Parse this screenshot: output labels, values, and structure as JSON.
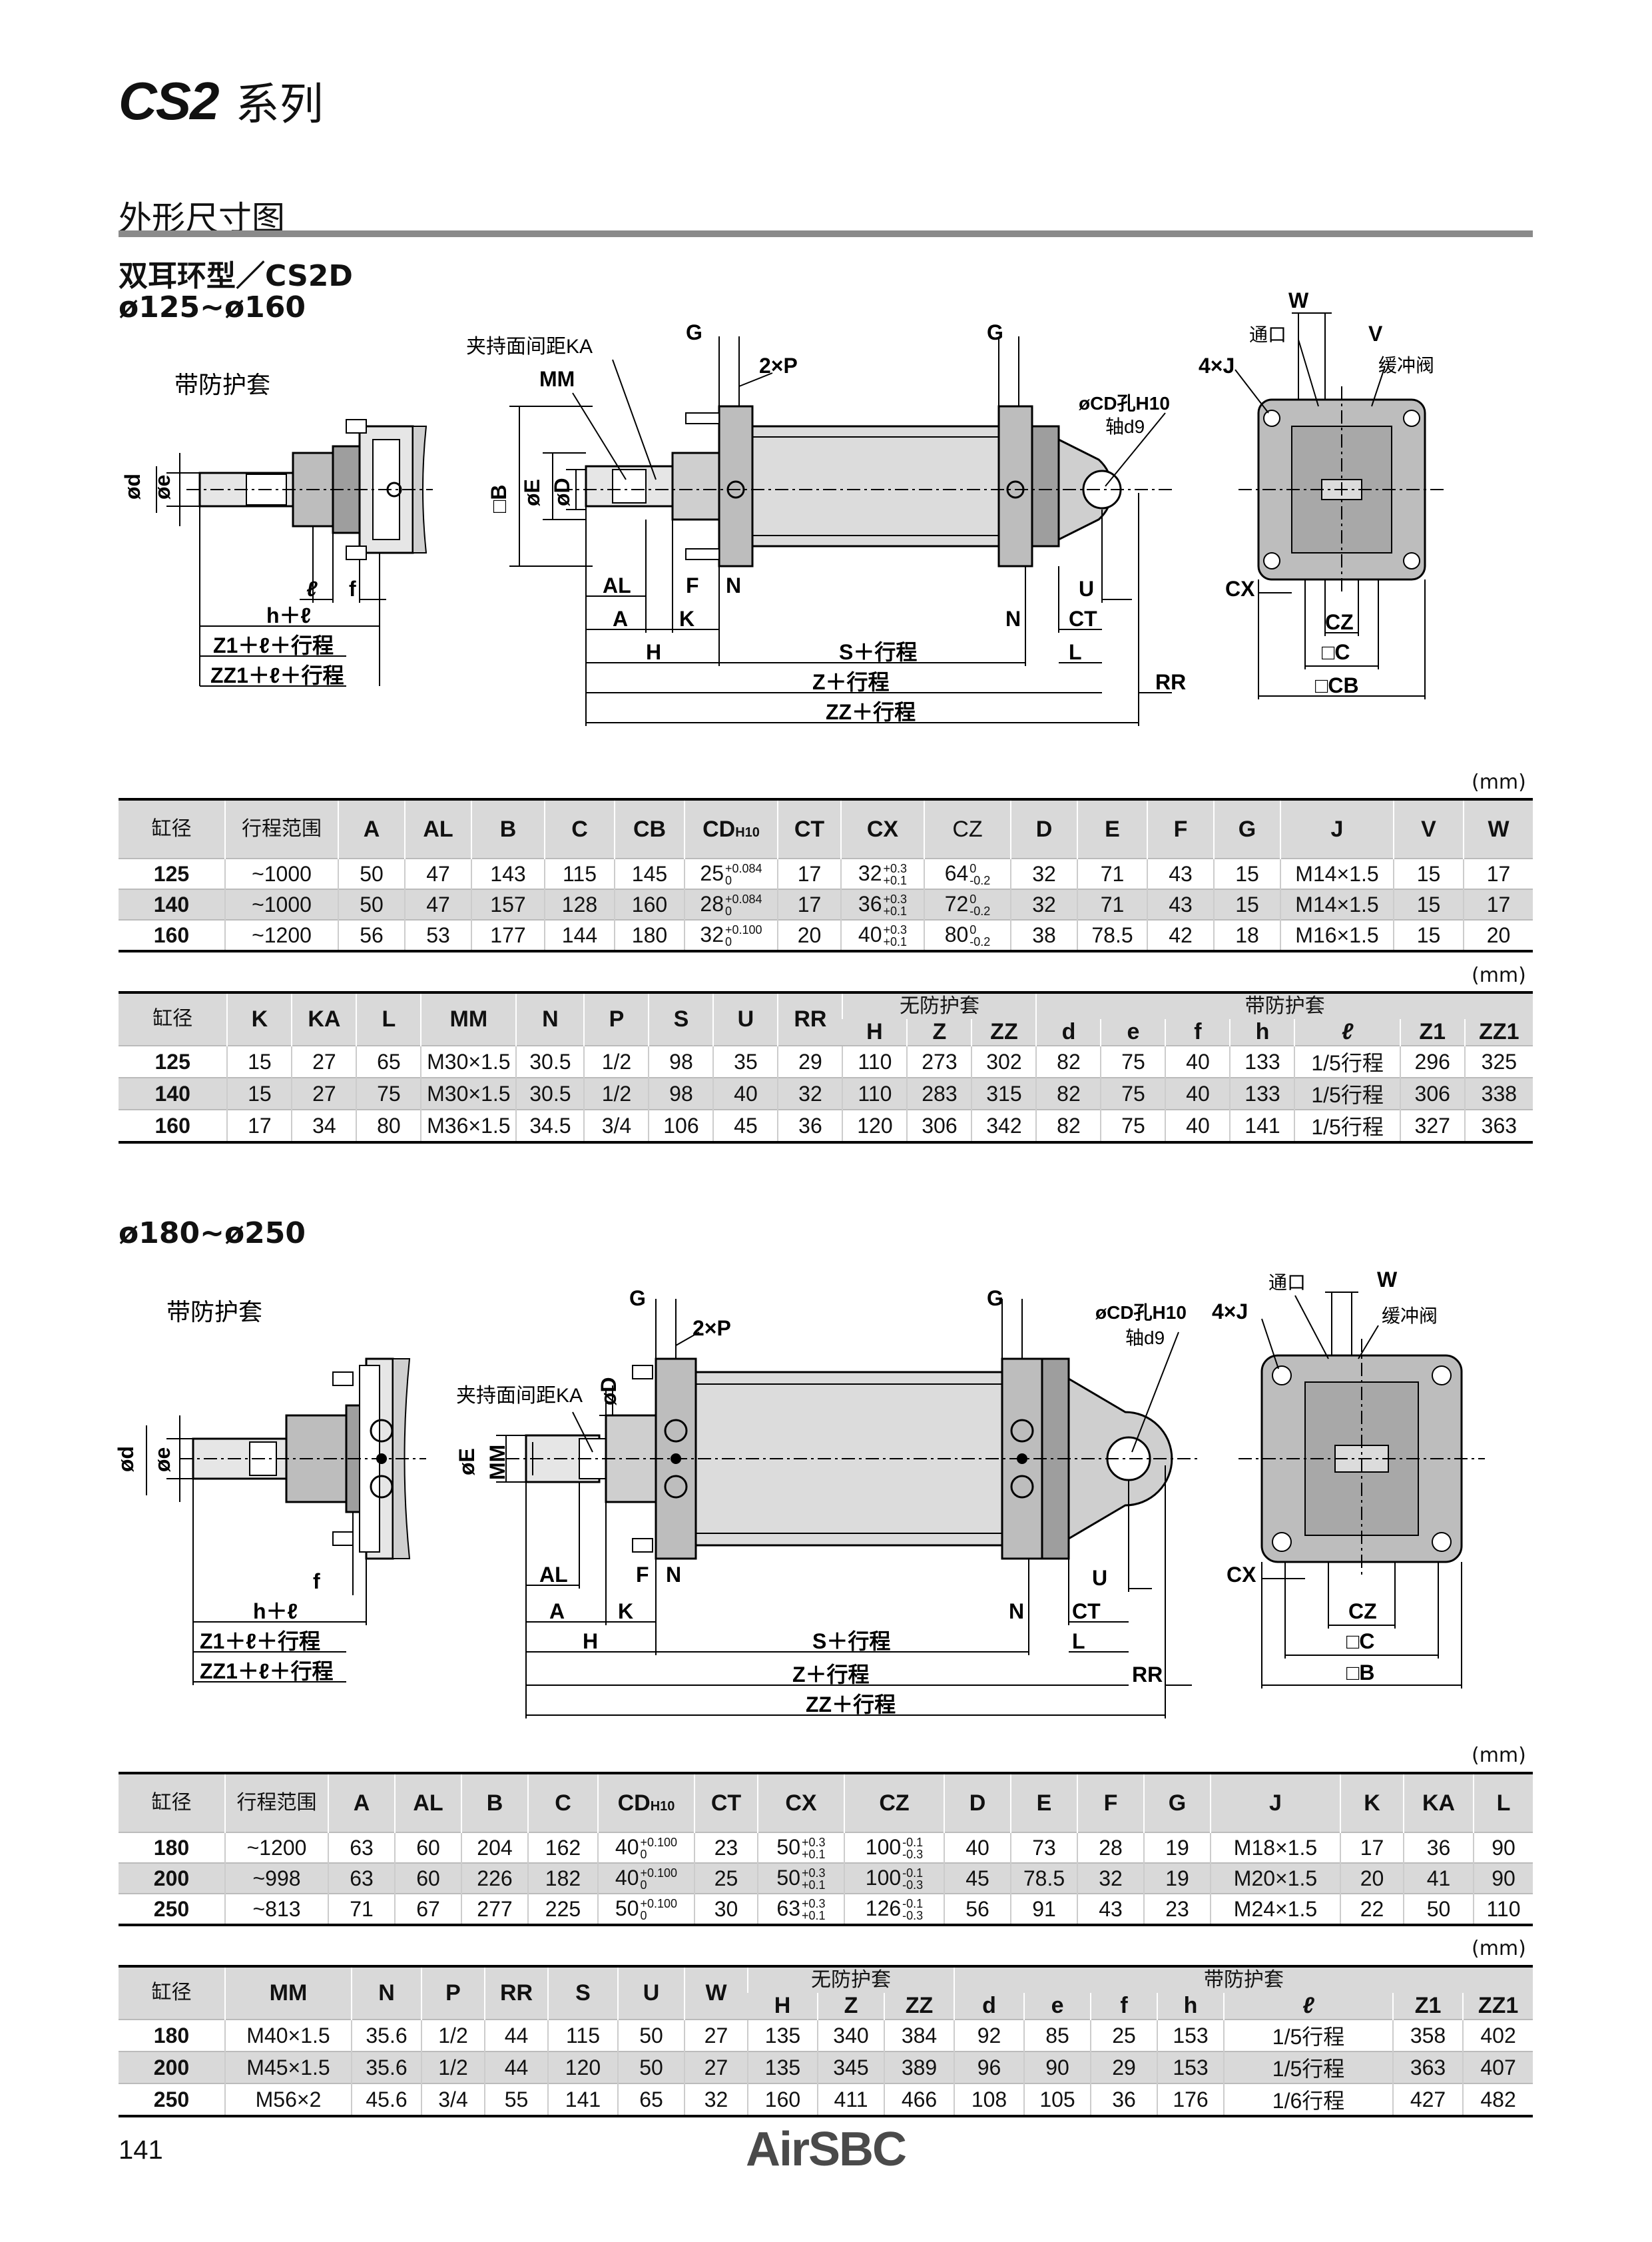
{
  "header": {
    "series_model": "CS2",
    "series_label": "系列"
  },
  "section": {
    "heading": "外形尺寸图",
    "subtitle": "双耳环型／CS2D"
  },
  "part1": {
    "bore_range": "ø125~ø160",
    "boot_label": "带防护套",
    "dim": {
      "KA": "夹持面间距KA",
      "MM": "MM",
      "G": "G",
      "P": "2×P",
      "CD": "øCD孔H10",
      "CD_shaft": "轴d9",
      "W": "W",
      "port": "通口",
      "J": "4×J",
      "V": "V",
      "cushion": "缓冲阀",
      "B": "□B",
      "E": "øE",
      "D": "øD",
      "d": "ød",
      "e": "øe",
      "AL": "AL",
      "A": "A",
      "F": "F",
      "K": "K",
      "N": "N",
      "H": "H",
      "S": "S＋行程",
      "Z": "Z＋行程",
      "ZZ": "ZZ＋行程",
      "L": "L",
      "U": "U",
      "CT": "CT",
      "RR": "RR",
      "l": "ℓ",
      "f": "f",
      "hl": "h＋ℓ",
      "Z1": "Z1＋ℓ＋行程",
      "ZZ1": "ZZ1＋ℓ＋行程",
      "CX": "CX",
      "CZ": "CZ",
      "C": "□C",
      "CB": "□CB"
    },
    "table1": {
      "unit": "(mm)",
      "headers": [
        "缸径",
        "行程范围",
        "A",
        "AL",
        "B",
        "C",
        "CB",
        "CD",
        "CT",
        "CX",
        "CZ",
        "D",
        "E",
        "F",
        "G",
        "J",
        "V",
        "W"
      ],
      "rows": [
        [
          "125",
          "~1000",
          "50",
          "47",
          "143",
          "115",
          "145",
          "25",
          "17",
          "32",
          "64",
          "32",
          "71",
          "43",
          "15",
          "M14×1.5",
          "15",
          "17"
        ],
        [
          "140",
          "~1000",
          "50",
          "47",
          "157",
          "128",
          "160",
          "28",
          "17",
          "36",
          "72",
          "32",
          "71",
          "43",
          "15",
          "M14×1.5",
          "15",
          "17"
        ],
        [
          "160",
          "~1200",
          "56",
          "53",
          "177",
          "144",
          "180",
          "32",
          "20",
          "40",
          "80",
          "38",
          "78.5",
          "42",
          "18",
          "M16×1.5",
          "15",
          "20"
        ]
      ],
      "tol": {
        "CD": [
          [
            "+0.084",
            "0"
          ],
          [
            "+0.084",
            "0"
          ],
          [
            "+0.100",
            "0"
          ]
        ],
        "CX": [
          [
            "+0.3",
            "+0.1"
          ],
          [
            "+0.3",
            "+0.1"
          ],
          [
            "+0.3",
            "+0.1"
          ]
        ],
        "CZ": [
          [
            "0",
            "-0.2"
          ],
          [
            "0",
            "-0.2"
          ],
          [
            "0",
            "-0.2"
          ]
        ]
      }
    },
    "table2": {
      "unit": "(mm)",
      "group_noboot": "无防护套",
      "group_boot": "带防护套",
      "headers": [
        "缸径",
        "K",
        "KA",
        "L",
        "MM",
        "N",
        "P",
        "S",
        "U",
        "RR",
        "H",
        "Z",
        "ZZ",
        "d",
        "e",
        "f",
        "h",
        "ℓ",
        "Z1",
        "ZZ1"
      ],
      "rows": [
        [
          "125",
          "15",
          "27",
          "65",
          "M30×1.5",
          "30.5",
          "1/2",
          "98",
          "35",
          "29",
          "110",
          "273",
          "302",
          "82",
          "75",
          "40",
          "133",
          "1/5行程",
          "296",
          "325"
        ],
        [
          "140",
          "15",
          "27",
          "75",
          "M30×1.5",
          "30.5",
          "1/2",
          "98",
          "40",
          "32",
          "110",
          "283",
          "315",
          "82",
          "75",
          "40",
          "133",
          "1/5行程",
          "306",
          "338"
        ],
        [
          "160",
          "17",
          "34",
          "80",
          "M36×1.5",
          "34.5",
          "3/4",
          "106",
          "45",
          "36",
          "120",
          "306",
          "342",
          "82",
          "75",
          "40",
          "141",
          "1/5行程",
          "327",
          "363"
        ]
      ]
    }
  },
  "part2": {
    "bore_range": "ø180~ø250",
    "boot_label": "带防护套",
    "dim": {
      "KA": "夹持面间距KA",
      "G": "G",
      "P": "2×P",
      "CD": "øCD孔H10",
      "CD_shaft": "轴d9",
      "port": "通口",
      "W": "W",
      "J": "4×J",
      "cushion": "缓冲阀",
      "D": "øD",
      "MM": "MM",
      "E": "øE",
      "d": "ød",
      "e": "øe",
      "AL": "AL",
      "A": "A",
      "F": "F",
      "N": "N",
      "K": "K",
      "H": "H",
      "S": "S＋行程",
      "Z": "Z＋行程",
      "ZZ": "ZZ＋行程",
      "RR": "RR",
      "U": "U",
      "CT": "CT",
      "L": "L",
      "f": "f",
      "hl": "h＋ℓ",
      "Z1": "Z1＋ℓ＋行程",
      "ZZ1": "ZZ1＋ℓ＋行程",
      "CX": "CX",
      "CZ": "CZ",
      "C": "□C",
      "B": "□B"
    },
    "table3": {
      "unit": "(mm)",
      "headers": [
        "缸径",
        "行程范围",
        "A",
        "AL",
        "B",
        "C",
        "CD",
        "CT",
        "CX",
        "CZ",
        "D",
        "E",
        "F",
        "G",
        "J",
        "K",
        "KA",
        "L"
      ],
      "rows": [
        [
          "180",
          "~1200",
          "63",
          "60",
          "204",
          "162",
          "40",
          "23",
          "50",
          "100",
          "40",
          "73",
          "28",
          "19",
          "M18×1.5",
          "17",
          "36",
          "90"
        ],
        [
          "200",
          "~998",
          "63",
          "60",
          "226",
          "182",
          "40",
          "25",
          "50",
          "100",
          "45",
          "78.5",
          "32",
          "19",
          "M20×1.5",
          "20",
          "41",
          "90"
        ],
        [
          "250",
          "~813",
          "71",
          "67",
          "277",
          "225",
          "50",
          "30",
          "63",
          "126",
          "56",
          "91",
          "43",
          "23",
          "M24×1.5",
          "22",
          "50",
          "110"
        ]
      ],
      "tol": {
        "CD": [
          [
            "+0.100",
            "0"
          ],
          [
            "+0.100",
            "0"
          ],
          [
            "+0.100",
            "0"
          ]
        ],
        "CX": [
          [
            "+0.3",
            "+0.1"
          ],
          [
            "+0.3",
            "+0.1"
          ],
          [
            "+0.3",
            "+0.1"
          ]
        ],
        "CZ": [
          [
            "-0.1",
            "-0.3"
          ],
          [
            "-0.1",
            "-0.3"
          ],
          [
            "-0.1",
            "-0.3"
          ]
        ]
      }
    },
    "table4": {
      "unit": "(mm)",
      "group_noboot": "无防护套",
      "group_boot": "带防护套",
      "headers": [
        "缸径",
        "MM",
        "N",
        "P",
        "RR",
        "S",
        "U",
        "W",
        "H",
        "Z",
        "ZZ",
        "d",
        "e",
        "f",
        "h",
        "ℓ",
        "Z1",
        "ZZ1"
      ],
      "rows": [
        [
          "180",
          "M40×1.5",
          "35.6",
          "1/2",
          "44",
          "115",
          "50",
          "27",
          "135",
          "340",
          "384",
          "92",
          "85",
          "25",
          "153",
          "1/5行程",
          "358",
          "402"
        ],
        [
          "200",
          "M45×1.5",
          "35.6",
          "1/2",
          "44",
          "120",
          "50",
          "27",
          "135",
          "345",
          "389",
          "96",
          "90",
          "29",
          "153",
          "1/5行程",
          "363",
          "407"
        ],
        [
          "250",
          "M56×2",
          "45.6",
          "3/4",
          "55",
          "141",
          "65",
          "32",
          "160",
          "411",
          "466",
          "108",
          "105",
          "36",
          "176",
          "1/6行程",
          "427",
          "482"
        ]
      ]
    }
  },
  "footer": {
    "page_number": "141",
    "brand": "AirSBC"
  }
}
